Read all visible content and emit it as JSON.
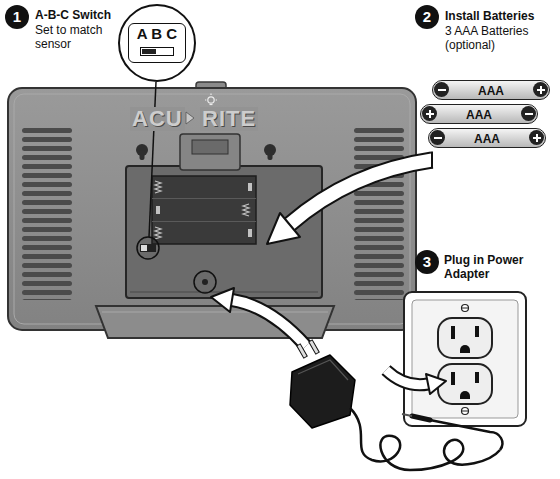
{
  "diagram": {
    "nodes": [
      {
        "text": [
          "1"
        ]
      },
      {
        "text": [
          "A B C"
        ]
      },
      {
        "text": [
          "2"
        ]
      },
      {
        "text": [
          "AAA"
        ]
      },
      {
        "text": [
          "AAA"
        ]
      },
      {
        "text": [
          "AAA"
        ]
      },
      {
        "text": [
          "3"
        ]
      }
    ],
    "labels": [
      "A-B-C Switch",
      "Set to match sensor",
      "Install Batteries",
      "3 AAA Batteries (optional)",
      "Plug in Power Adapter",
      "ACU",
      "RITE"
    ]
  }
}
